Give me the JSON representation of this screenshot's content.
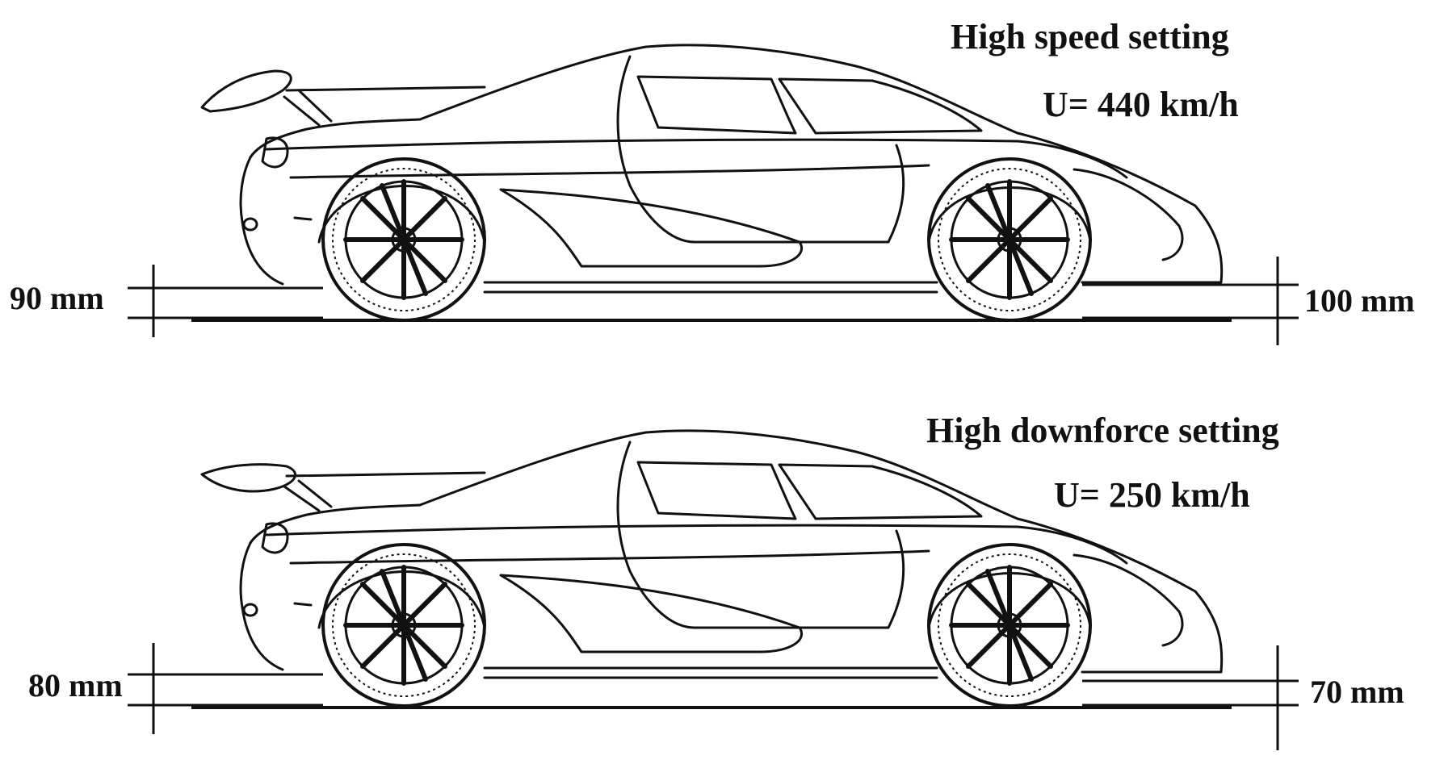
{
  "panels": [
    {
      "id": "high-speed",
      "title": "High speed setting",
      "speed": "U= 440 km/h",
      "rear_clearance": "90 mm",
      "front_clearance": "100 mm"
    },
    {
      "id": "high-downforce",
      "title": "High downforce setting",
      "speed": "U= 250 km/h",
      "rear_clearance": "80 mm",
      "front_clearance": "70 mm"
    }
  ],
  "colors": {
    "ink": "#111111",
    "background": "#ffffff"
  },
  "icons": [
    "car-side-view-icon",
    "wheel-icon",
    "rear-wing-icon"
  ]
}
